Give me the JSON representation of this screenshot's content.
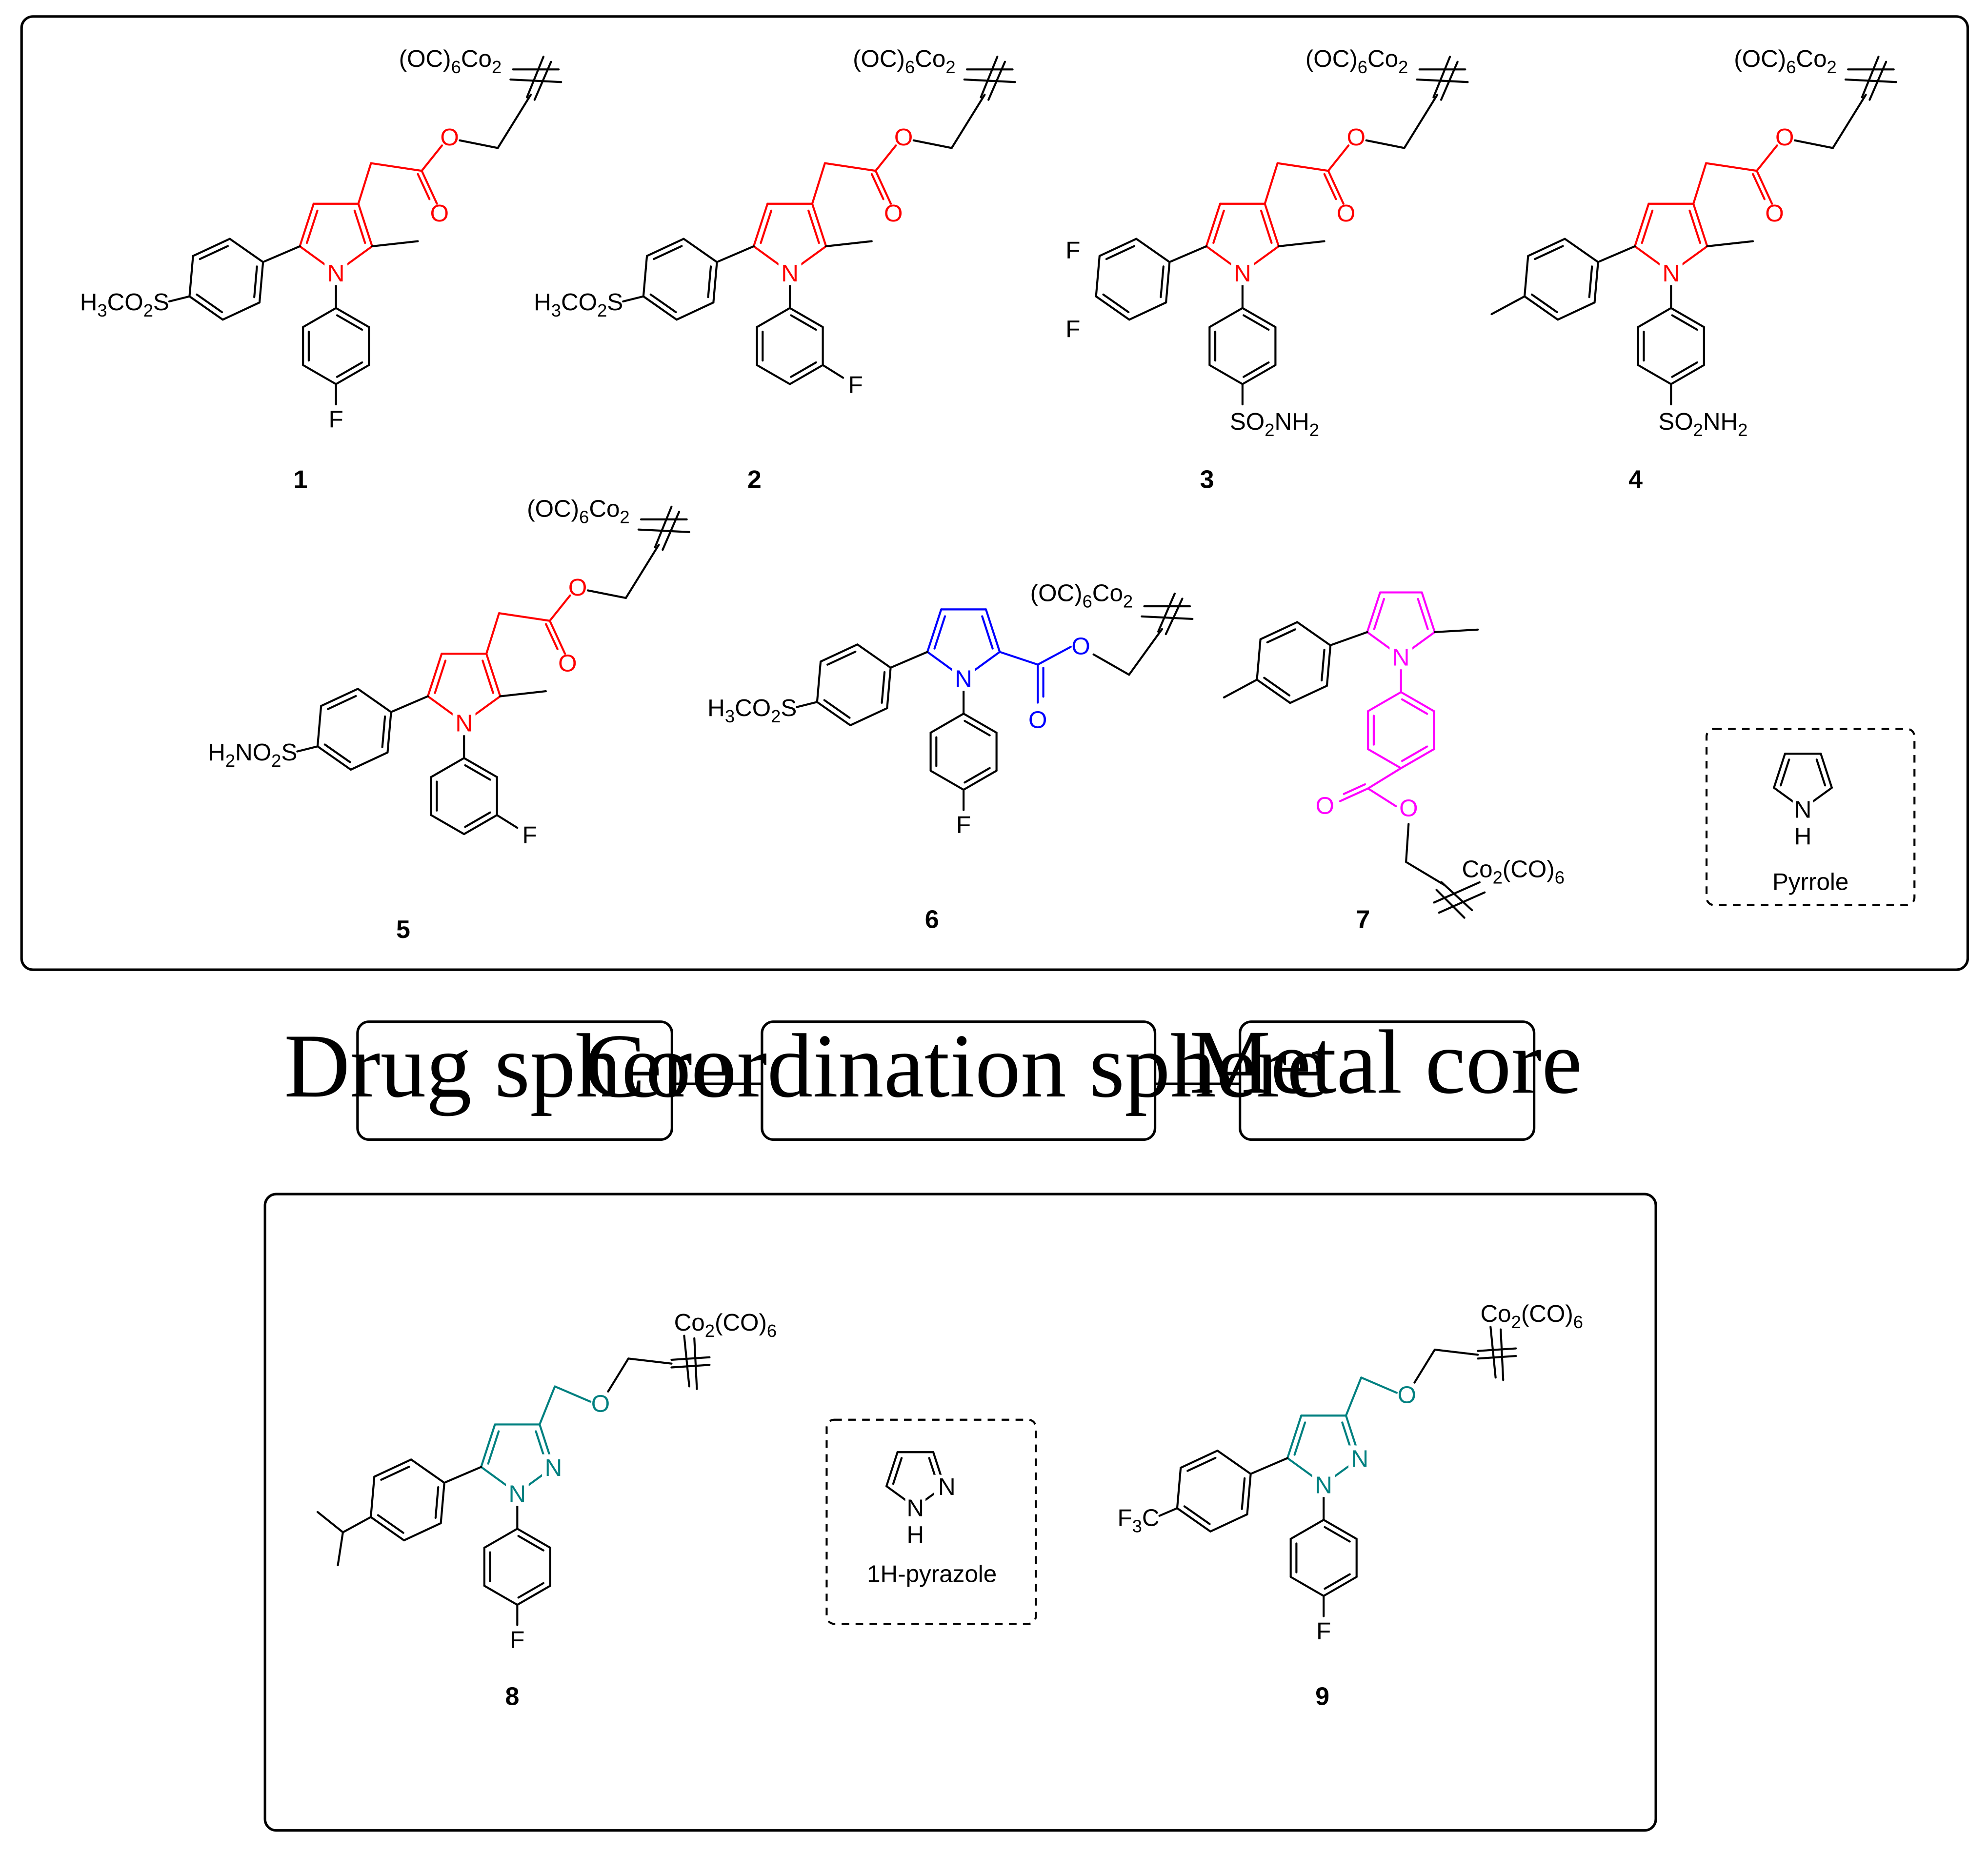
{
  "colors": {
    "pyrrole_red": "#ff0000",
    "pyrrole_blue": "#0000ff",
    "pyrrole_magenta": "#ff00ff",
    "pyrazole_teal": "#008080",
    "ink": "#000000"
  },
  "flow": {
    "drug_sphere": "Drug sphere",
    "coordination_sphere": "Coordination sphere",
    "metal_core": "Metal core"
  },
  "compounds": [
    {
      "number": "1",
      "core": "pyrrole",
      "core_color": "pyrrole_red",
      "aryl_substituent": "H3CO2S",
      "n_aryl_substituent": "F"
    },
    {
      "number": "2",
      "core": "pyrrole",
      "core_color": "pyrrole_red",
      "aryl_substituent": "H3CO2S",
      "n_aryl_substituent": "F"
    },
    {
      "number": "3",
      "core": "pyrrole",
      "core_color": "pyrrole_red",
      "aryl_substituent": "F",
      "n_aryl_substituent": "SO2NH2"
    },
    {
      "number": "4",
      "core": "pyrrole",
      "core_color": "pyrrole_red",
      "aryl_substituent": "methyl",
      "n_aryl_substituent": "SO2NH2"
    },
    {
      "number": "5",
      "core": "pyrrole",
      "core_color": "pyrrole_red",
      "aryl_substituent": "H2NO2S",
      "n_aryl_substituent": "F"
    },
    {
      "number": "6",
      "core": "pyrrole",
      "core_color": "pyrrole_blue",
      "aryl_substituent": "H3CO2S",
      "n_aryl_substituent": "F"
    },
    {
      "number": "7",
      "core": "pyrrole",
      "core_color": "pyrrole_magenta",
      "aryl_substituent": "methyl",
      "n_aryl_substituent": "ester"
    },
    {
      "number": "8",
      "core": "1H-pyrazole",
      "core_color": "pyrazole_teal",
      "aryl_substituent": "isopropyl",
      "n_aryl_substituent": "F"
    },
    {
      "number": "9",
      "core": "1H-pyrazole",
      "core_color": "pyrazole_teal",
      "aryl_substituent": "F3C",
      "n_aryl_substituent": "F"
    }
  ],
  "labels": {
    "co_top": {
      "pre": "(OC)",
      "s1": "6",
      "mid": "Co",
      "s2": "2"
    },
    "co_bottom": {
      "pre": "Co",
      "s1": "2",
      "mid": "(CO)",
      "s2": "6"
    },
    "h3co2s": {
      "a": "H",
      "s1": "3",
      "b": "CO",
      "s2": "2",
      "c": "S"
    },
    "h2no2s": {
      "a": "H",
      "s1": "2",
      "b": "NO",
      "s2": "2",
      "c": "S"
    },
    "so2nh2": {
      "a": "SO",
      "s1": "2",
      "b": "NH",
      "s2": "2"
    },
    "f3c": {
      "a": "F",
      "s1": "3",
      "b": "C"
    },
    "F": "F",
    "N": "N",
    "O": "O",
    "H": "H",
    "pyrrole_caption": "Pyrrole",
    "pyrazole_caption": "1H-pyrazole"
  }
}
